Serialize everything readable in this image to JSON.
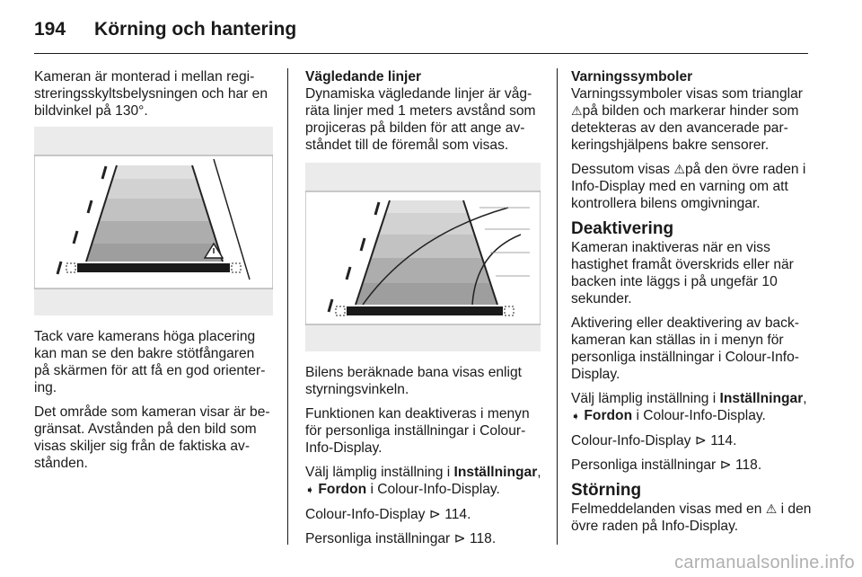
{
  "header": {
    "page_number": "194",
    "chapter": "Körning och hantering"
  },
  "col1": {
    "p1": "Kameran är monterad i mellan regi-streringsskyltsbelysningen och har en bildvinkel på 130°.",
    "p2": "Tack vare kamerans höga placering kan man se den bakre stötfångaren på skärmen för att få en god orienter-ing.",
    "p3": "Det område som kameran visar är be-gränsat. Avstånden på den bild som visas skiljer sig från de faktiska av-stånden."
  },
  "col2": {
    "heading": "Vägledande linjer",
    "p1": "Dynamiska vägledande linjer är våg-räta linjer med 1 meters avstånd som projiceras på bilden för att ange av-ståndet till de föremål som visas.",
    "p2": "Bilens beräknade bana visas enligt styrningsvinkeln.",
    "p3": "Funktionen kan deaktiveras i menyn för personliga inställningar i Colour-Info-Display.",
    "p4_pre": "Välj lämplig inställning i ",
    "p4_b1": "Inställningar",
    "p4_sep": ",",
    "p4_b2": "Fordon",
    "p4_post": " i Colour-Info-Display.",
    "ref1_text": "Colour-Info-Display",
    "ref1_page": "114.",
    "ref2_text": "Personliga inställningar",
    "ref2_page": "118."
  },
  "col3": {
    "heading1": "Varningssymboler",
    "p1_pre": "Varningssymboler visas som trianglar",
    "p1_post": "på bilden och markerar hinder som detekteras av den avancerade par-keringshjälpens bakre sensorer.",
    "p2_pre": "Dessutom visas",
    "p2_post": "på den övre raden i Info-Display med en varning om att kontrollera bilens omgivningar.",
    "heading2": "Deaktivering",
    "p3": "Kameran inaktiveras när en viss hastighet framåt överskrids eller när backen inte läggs i på ungefär 10 sekunder.",
    "p4": "Aktivering eller deaktivering av back-kameran kan ställas in i menyn för personliga inställningar i Colour-Info-Display.",
    "p5_pre": "Välj lämplig inställning i ",
    "p5_b1": "Inställningar",
    "p5_sep": ",",
    "p5_b2": "Fordon",
    "p5_post": " i Colour-Info-Display.",
    "ref1_text": "Colour-Info-Display",
    "ref1_page": "114.",
    "ref2_text": "Personliga inställningar",
    "ref2_page": "118.",
    "heading3": "Störning",
    "p6_pre": "Felmeddelanden visas med en",
    "p6_post": "i den övre raden på Info-Display."
  },
  "symbols": {
    "ref_arrow": "⊳",
    "bullet_arrow": "➧",
    "warning": "⚠"
  },
  "watermark": "carmanualsonline.info",
  "colors": {
    "figure_bg": "#ebebeb",
    "text": "#1a1a1a",
    "watermark": "#b0b0b0"
  }
}
